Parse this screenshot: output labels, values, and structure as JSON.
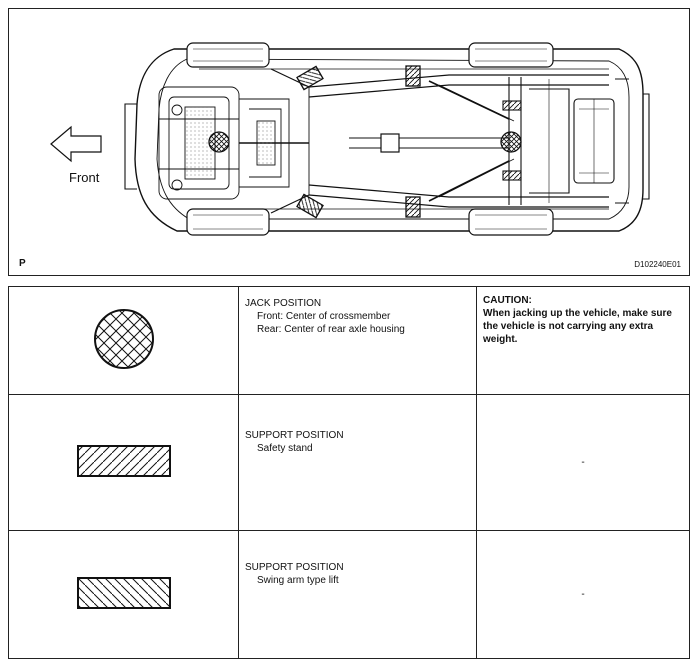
{
  "figure": {
    "front_label": "Front",
    "corner_code": "P",
    "figure_id": "D102240E01"
  },
  "legend": {
    "rows": [
      {
        "symbol": "circle-crosshatch-icon",
        "title": "JACK POSITION",
        "lines": [
          "Front: Center of crossmember",
          "Rear: Center of rear axle housing"
        ],
        "note_title": "CAUTION:",
        "note_body": "When jacking up the vehicle, make sure the vehicle is not carrying any extra weight."
      },
      {
        "symbol": "hatched-rect-icon",
        "title": "SUPPORT POSITION",
        "lines": [
          "Safety stand"
        ],
        "note": "-"
      },
      {
        "symbol": "hatched-rect-reverse-icon",
        "title": "SUPPORT POSITION",
        "lines": [
          "Swing arm type lift"
        ],
        "note": "-"
      }
    ]
  }
}
